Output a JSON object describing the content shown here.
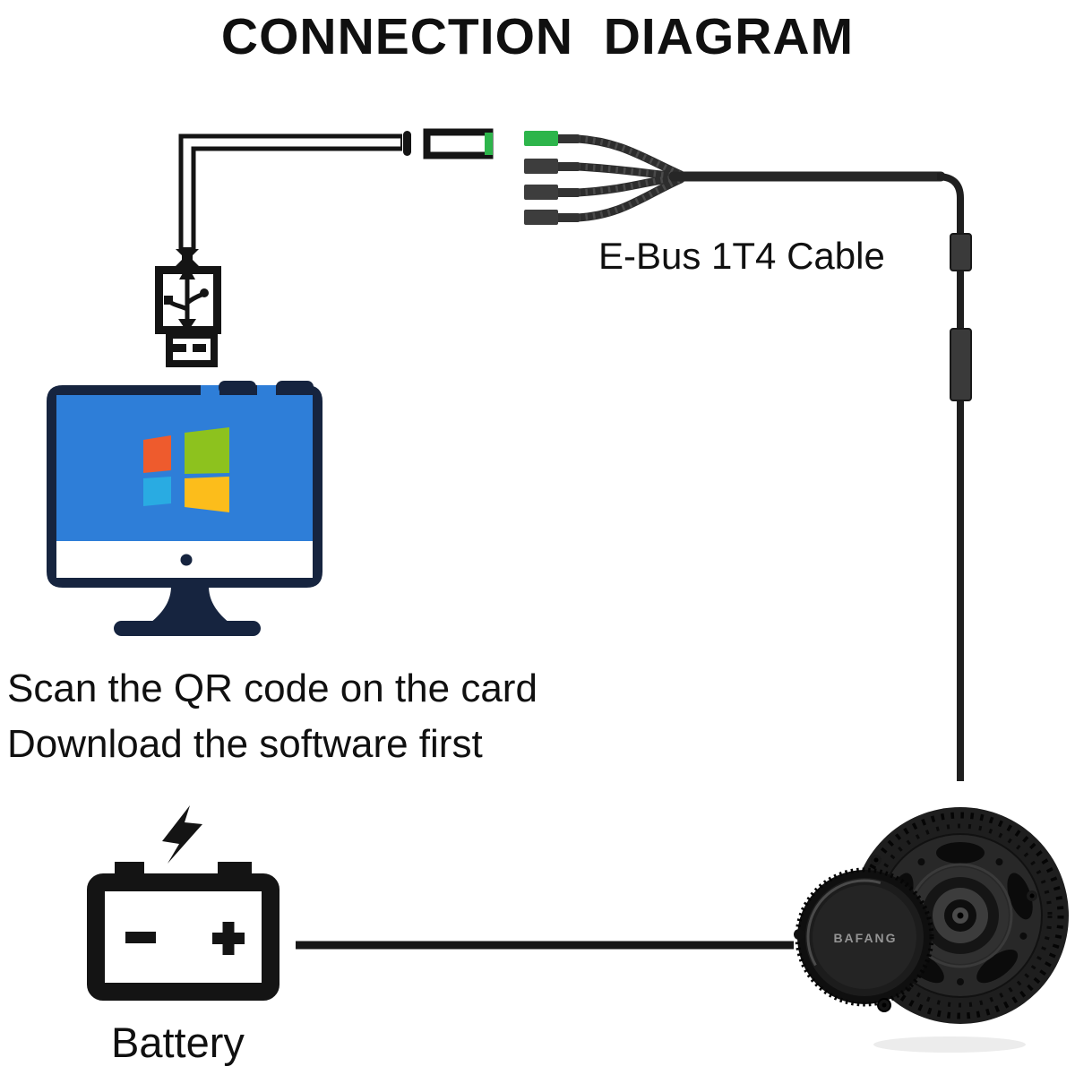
{
  "title": "CONNECTION  DIAGRAM",
  "cable_label": "E-Bus 1T4 Cable",
  "instructions": {
    "line1": "Scan the QR code on the card",
    "line2": "Download the software first"
  },
  "battery_label": "Battery",
  "motor": {
    "brand": "BAFANG"
  },
  "colors": {
    "connector_green": "#2db54b",
    "cable_dark": "#2b2b2b",
    "line_black": "#141414",
    "monitor_frame_navy": "#16243f",
    "screen_blue": "#2e7ed8",
    "windows_logo": {
      "top_left": "#ee5b2d",
      "top_right": "#8dc21e",
      "bottom_left": "#29abe2",
      "bottom_right": "#fcbd1b"
    }
  },
  "icons": {
    "usb_plug": "usb-plug-icon",
    "monitor": "monitor-windows-icon",
    "lightning": "lightning-bolt-icon",
    "battery": "battery-icon",
    "splitter": "e-bus-1t4-splitter-icon",
    "motor": "mid-drive-motor-icon"
  }
}
